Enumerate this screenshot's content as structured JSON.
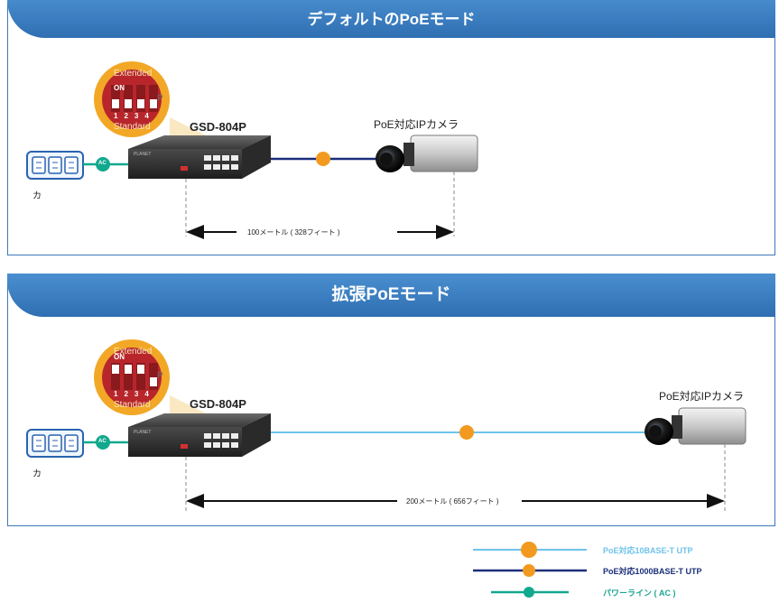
{
  "panel_default": {
    "title": "デフォルトのPoEモード",
    "switch_label": "GSD-804P",
    "camera_label": "PoE対応IPカメラ",
    "power_label": "カ",
    "ac_badge": "AC",
    "distance_label": "100メートル ( 328フィート )",
    "dip": {
      "top": "Extended",
      "bottom": "Standard",
      "on": "ON",
      "side": "P",
      "numbers": [
        "1",
        "2",
        "3",
        "4"
      ]
    }
  },
  "panel_extended": {
    "title": "拡張PoEモード",
    "switch_label": "GSD-804P",
    "camera_label": "PoE対応IPカメラ",
    "power_label": "カ",
    "ac_badge": "AC",
    "distance_label": "200メートル ( 656フィート )",
    "dip": {
      "top": "Extended",
      "bottom": "Standard",
      "on": "ON",
      "side": "P",
      "numbers": [
        "1",
        "2",
        "3",
        "4"
      ]
    }
  },
  "legend": [
    {
      "label": "PoE対応10BASE-T UTP",
      "color": "#6ec3ea"
    },
    {
      "label": "PoE対応1000BASE-T UTP",
      "color": "#1a2f7a"
    },
    {
      "label": "パワーライン ( AC )",
      "color": "#1aa58f"
    }
  ],
  "colors": {
    "header": "#3a82c6",
    "frame": "#3d78b8",
    "poe_dot": "#f29a1f",
    "ac_dot": "#12a88e",
    "dip_red": "#b8262b",
    "dip_ring": "#f2a826"
  }
}
